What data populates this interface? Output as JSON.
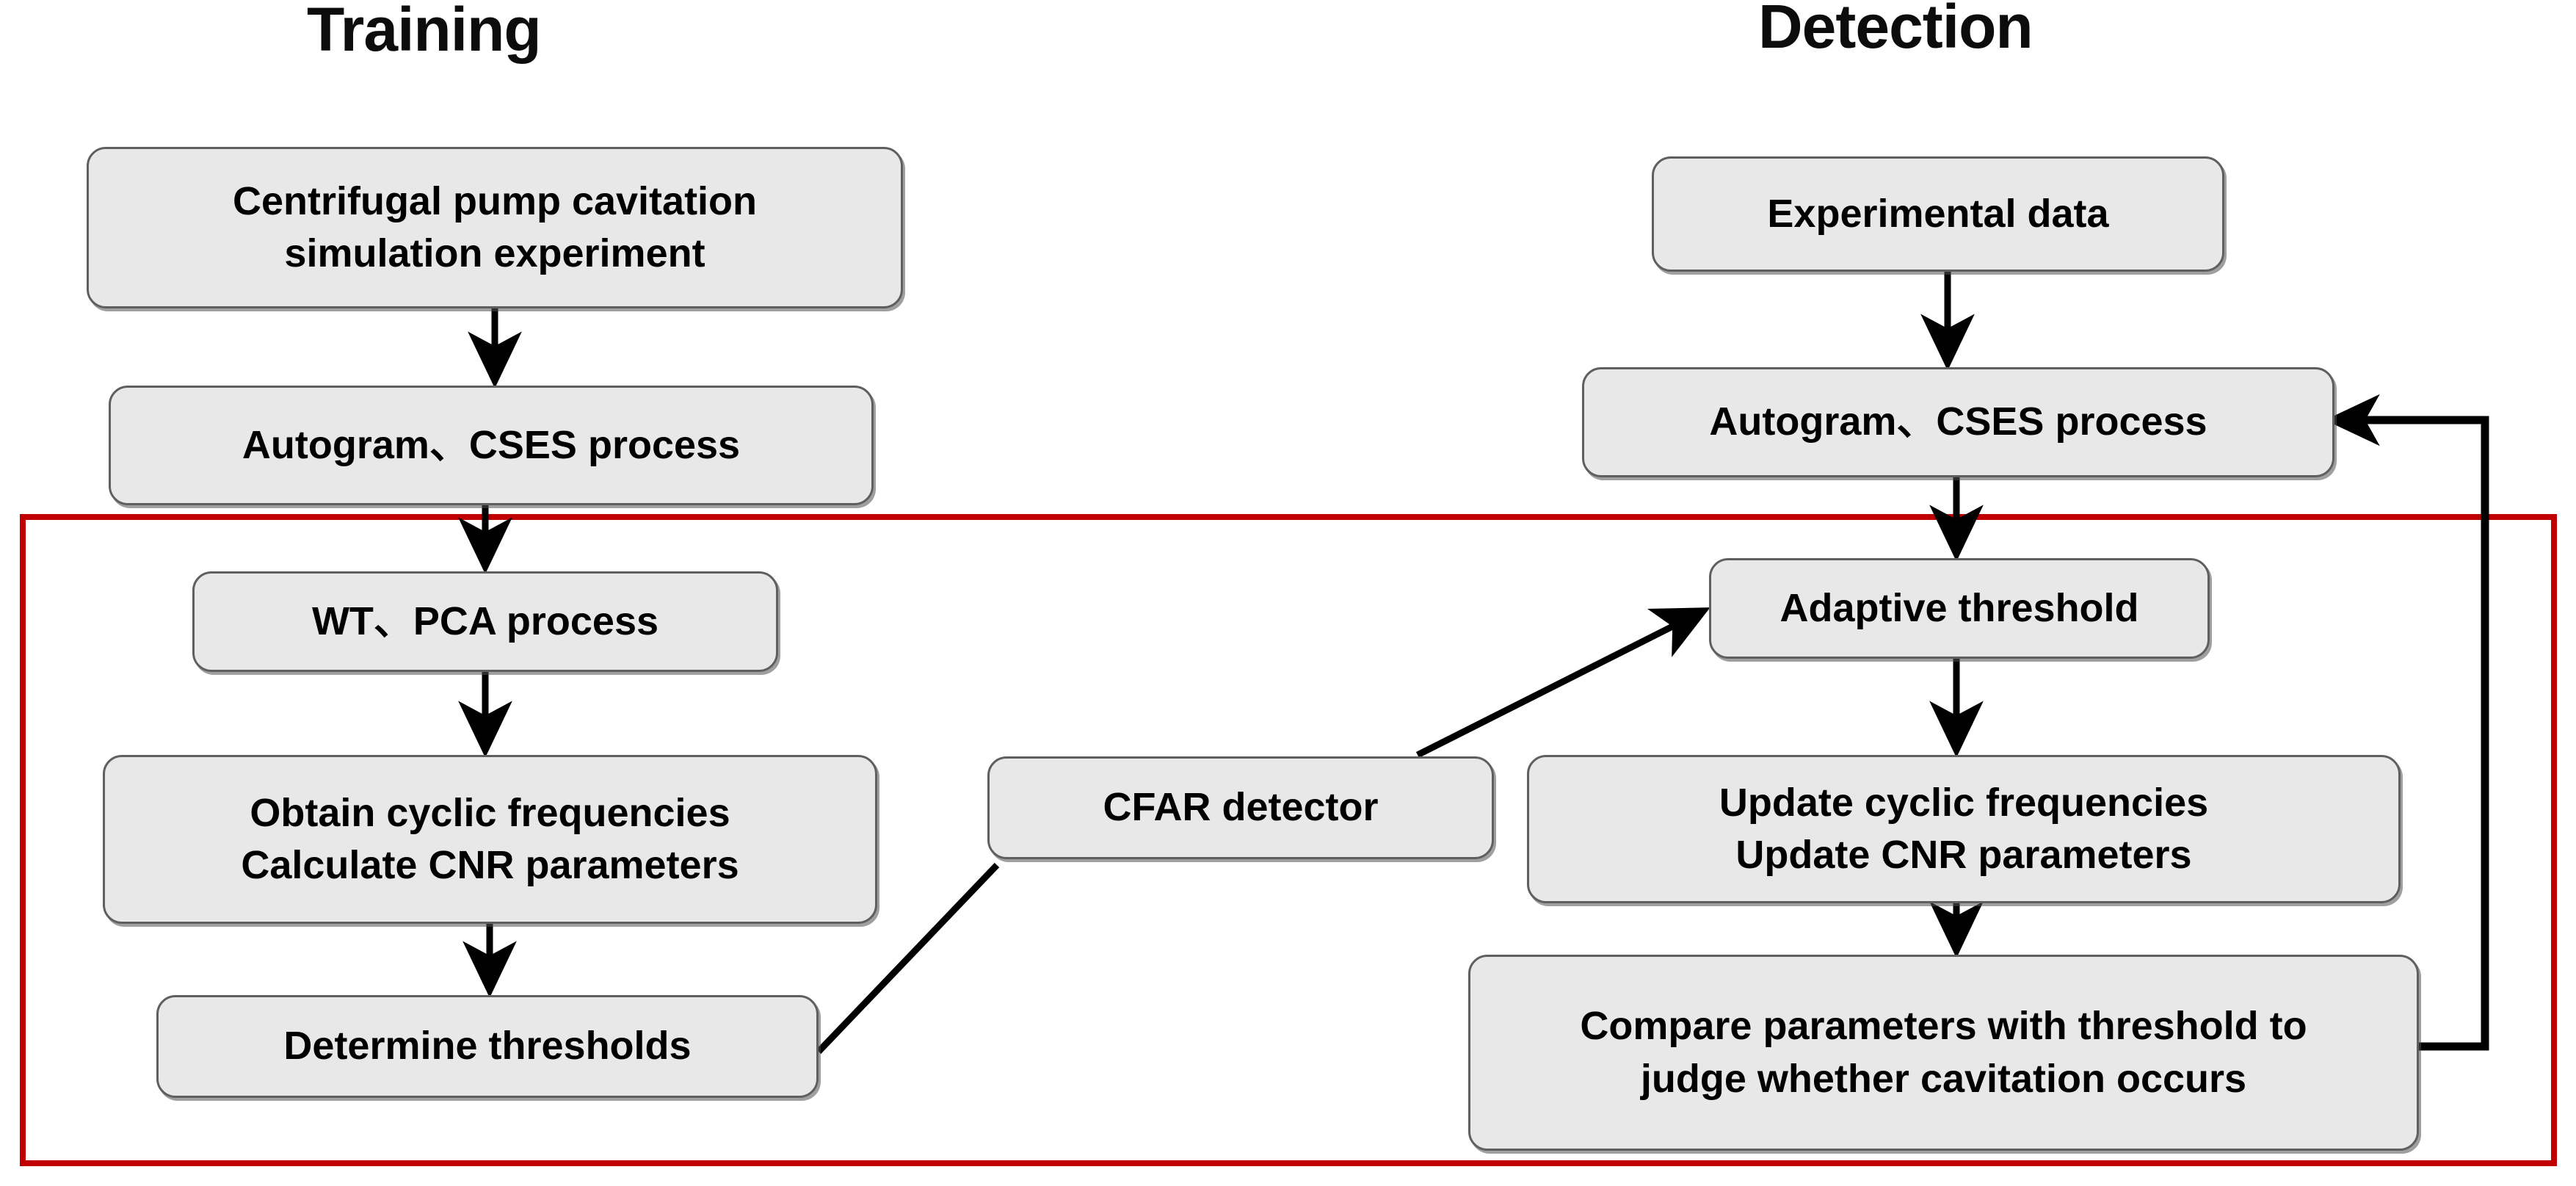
{
  "diagram": {
    "title_left": "Training",
    "title_right": "Detection",
    "highlight_color": "#c00000",
    "node_fill": "#e8e8e8",
    "node_stroke": "#5f5f5f",
    "edge_color": "#000000"
  },
  "columns": {
    "training": {
      "heading": "Training",
      "nodes": [
        {
          "id": "centrifugal-pump",
          "line1": "Centrifugal pump cavitation",
          "line2": "simulation experiment"
        },
        {
          "id": "autogram-cses-training",
          "line1": "Autogram、CSES process",
          "line2": ""
        },
        {
          "id": "wt-pca",
          "line1": "WT、PCA process",
          "line2": ""
        },
        {
          "id": "obtain-cyclic",
          "line1": "Obtain cyclic frequencies",
          "line2": "Calculate CNR parameters"
        },
        {
          "id": "determine-thresholds",
          "line1": "Determine thresholds",
          "line2": ""
        }
      ]
    },
    "detection": {
      "heading": "Detection",
      "nodes": [
        {
          "id": "experimental-data",
          "line1": "Experimental data",
          "line2": ""
        },
        {
          "id": "autogram-cses-detection",
          "line1": "Autogram、CSES process",
          "line2": ""
        },
        {
          "id": "adaptive-threshold",
          "line1": "Adaptive threshold",
          "line2": ""
        },
        {
          "id": "update-cyclic",
          "line1": "Update cyclic frequencies",
          "line2": "Update CNR parameters"
        },
        {
          "id": "compare-parameters",
          "line1": "Compare parameters with threshold to",
          "line2": "judge whether cavitation occurs"
        }
      ]
    },
    "middle": {
      "nodes": [
        {
          "id": "cfar-detector",
          "line1": "CFAR detector",
          "line2": ""
        }
      ]
    }
  },
  "edges": [
    {
      "from": "centrifugal-pump",
      "to": "autogram-cses-training",
      "kind": "arrow-down"
    },
    {
      "from": "autogram-cses-training",
      "to": "wt-pca",
      "kind": "arrow-down"
    },
    {
      "from": "wt-pca",
      "to": "obtain-cyclic",
      "kind": "arrow-down"
    },
    {
      "from": "obtain-cyclic",
      "to": "determine-thresholds",
      "kind": "arrow-down"
    },
    {
      "from": "determine-thresholds",
      "to": "cfar-detector",
      "kind": "line-diagonal"
    },
    {
      "from": "cfar-detector",
      "to": "adaptive-threshold",
      "kind": "arrow-diagonal"
    },
    {
      "from": "experimental-data",
      "to": "autogram-cses-detection",
      "kind": "arrow-down"
    },
    {
      "from": "autogram-cses-detection",
      "to": "adaptive-threshold",
      "kind": "arrow-down"
    },
    {
      "from": "adaptive-threshold",
      "to": "update-cyclic",
      "kind": "arrow-down"
    },
    {
      "from": "update-cyclic",
      "to": "compare-parameters",
      "kind": "arrow-down"
    },
    {
      "from": "compare-parameters",
      "to": "autogram-cses-detection",
      "kind": "arrow-feedback"
    }
  ]
}
